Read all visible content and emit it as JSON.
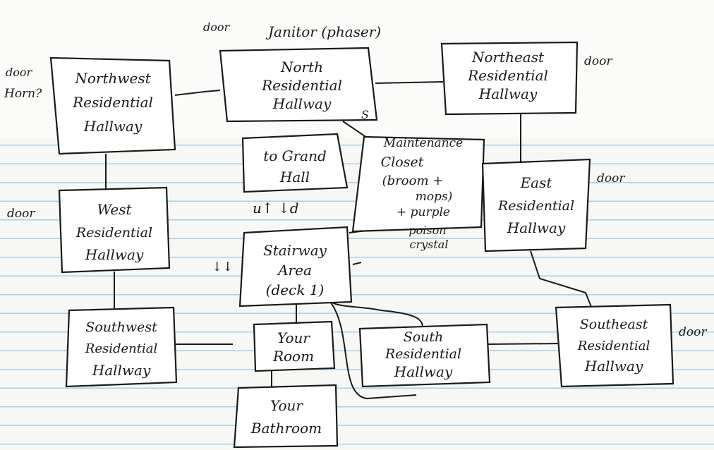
{
  "rooms": {
    "north": {
      "lines": [
        "North",
        "Residential",
        "Hallway"
      ]
    },
    "northeast": {
      "lines": [
        "Northeast",
        "Residential",
        "Hallway"
      ]
    },
    "northwest": {
      "lines": [
        "Northwest",
        "Residential",
        "Hallway"
      ]
    },
    "grand_hall": {
      "lines": [
        "to Grand",
        "Hall"
      ]
    },
    "maintenance": {
      "lines": [
        "Maintenance",
        "Closet",
        "(broom +",
        "mops)",
        "+ purple",
        "poison",
        "crystal"
      ]
    },
    "east": {
      "lines": [
        "East",
        "Residential",
        "Hallway"
      ]
    },
    "west": {
      "lines": [
        "West",
        "Residential",
        "Hallway"
      ]
    },
    "stairway": {
      "lines": [
        "Stairway",
        "Area",
        "(deck 1)"
      ]
    },
    "southwest": {
      "lines": [
        "Southwest",
        "Residential",
        "Hallway"
      ]
    },
    "your_room": {
      "lines": [
        "Your",
        "Room"
      ]
    },
    "south": {
      "lines": [
        "South",
        "Residential",
        "Hallway"
      ]
    },
    "southeast": {
      "lines": [
        "Southeast",
        "Residential",
        "Hallway"
      ]
    },
    "your_bathroom": {
      "lines": [
        "Your",
        "Bathroom"
      ]
    }
  },
  "notes": {
    "janitor": "Janitor (phaser)",
    "door_top": "door",
    "door_ne": "door",
    "door_nw": "door",
    "door_nw2": "Horn?",
    "door_e": "door",
    "door_w": "door",
    "door_se": "door",
    "s_mark": "S",
    "stairs": "u↑ ↓d",
    "left_mark": "↓↓"
  }
}
